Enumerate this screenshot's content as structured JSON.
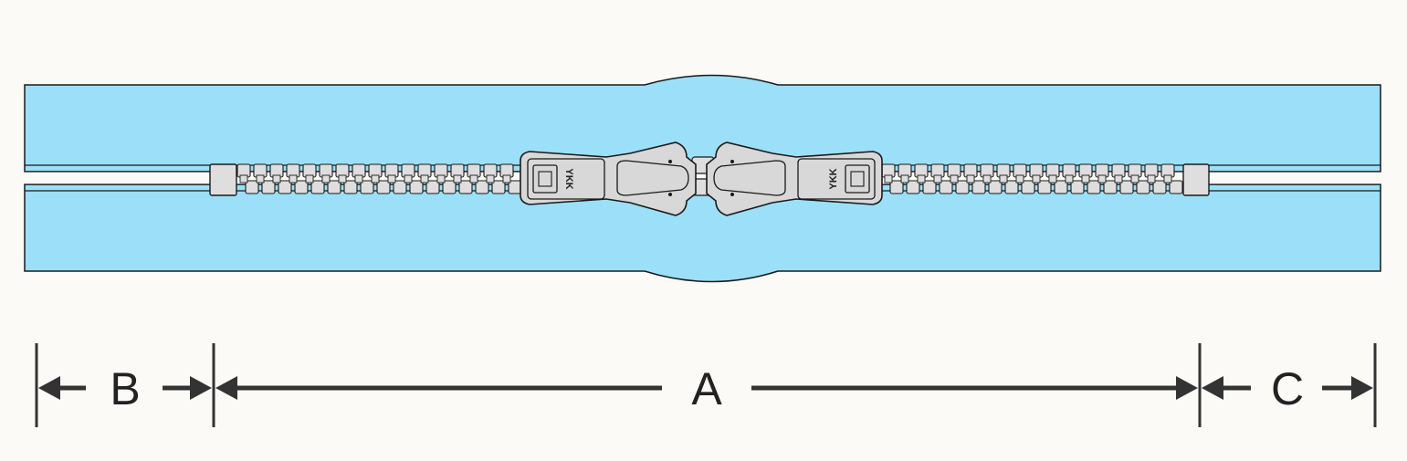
{
  "colors": {
    "background": "#fbfaf7",
    "tape": "#9bdff8",
    "tape_outline": "#1a1a1a",
    "teeth": "#dedede",
    "slider": "#d8d8d8",
    "dimension_line": "#333333"
  },
  "zipper": {
    "brand_left": "YKK",
    "brand_right": "YKK"
  },
  "dimensions": {
    "a_label": "A",
    "b_label": "B",
    "c_label": "C"
  },
  "icons": {
    "arrow": "arrow-head-icon"
  }
}
